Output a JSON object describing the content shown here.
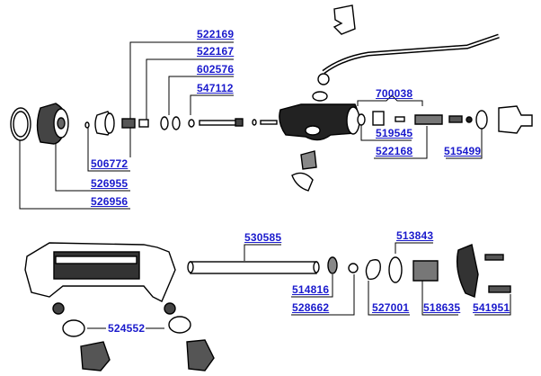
{
  "diagram": {
    "type": "exploded-parts-diagram",
    "link_color": "#1a1acc",
    "line_color": "#000000",
    "upper_assembly": {
      "part_numbers": [
        {
          "id": "522169",
          "link": true
        },
        {
          "id": "522167",
          "link": true
        },
        {
          "id": "602576",
          "link": true
        },
        {
          "id": "547112",
          "link": true
        },
        {
          "id": "506772",
          "link": true
        },
        {
          "id": "526955",
          "link": true
        },
        {
          "id": "526956",
          "link": true
        },
        {
          "id": "700038",
          "link": true
        },
        {
          "id": "519545",
          "link": true
        },
        {
          "id": "522168",
          "link": true
        },
        {
          "id": "515499",
          "link": true
        }
      ]
    },
    "lower_assembly": {
      "part_numbers": [
        {
          "id": "530585",
          "link": true
        },
        {
          "id": "513843",
          "link": true
        },
        {
          "id": "514816",
          "link": true
        },
        {
          "id": "528662",
          "link": true
        },
        {
          "id": "527001",
          "link": true
        },
        {
          "id": "518635",
          "link": true
        },
        {
          "id": "541951",
          "link": true
        },
        {
          "id": "524552",
          "link": false
        }
      ]
    }
  }
}
